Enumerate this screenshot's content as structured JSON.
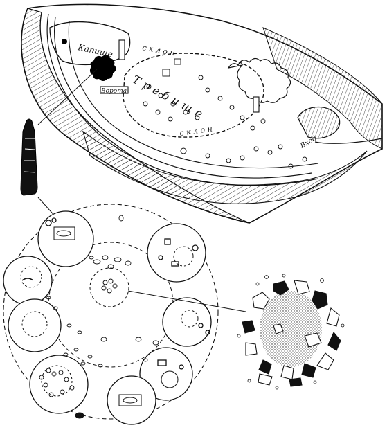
{
  "figure": {
    "labels": {
      "kapishche": "Капище",
      "trebishche": "Требище",
      "vorota": "Ворота",
      "vkhod": "Вход",
      "sklon_upper": "с к л о н",
      "sklon_lower": "с к л о н"
    }
  }
}
